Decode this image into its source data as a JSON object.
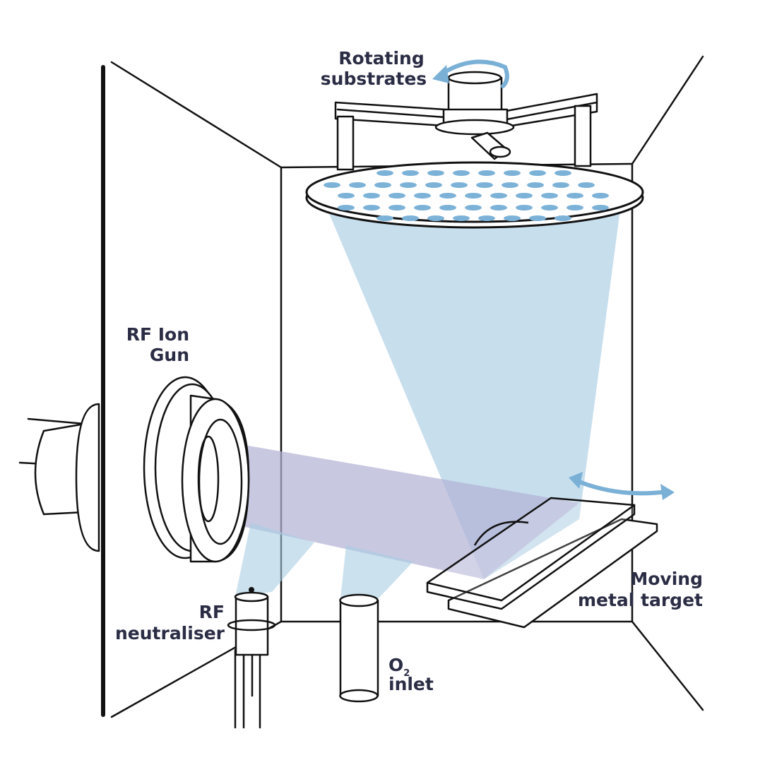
{
  "labels": {
    "rotating_line1": "Rotating",
    "rotating_line2": "substrates",
    "ion_gun_line1": "RF Ion",
    "ion_gun_line2": "Gun",
    "neutraliser_line1": "RF",
    "neutraliser_line2": "neutraliser",
    "o2_main": "O",
    "o2_sub": "2",
    "o2_line2": "inlet",
    "target_line1": "Moving",
    "target_line2": "metal target"
  },
  "colors": {
    "sputter_beam": "#a9cde3",
    "ion_beam": "#b3b3d6",
    "substrate_dots": "#7db2d8",
    "arrows": "#7ab0d6",
    "text": "#2b2d45"
  }
}
